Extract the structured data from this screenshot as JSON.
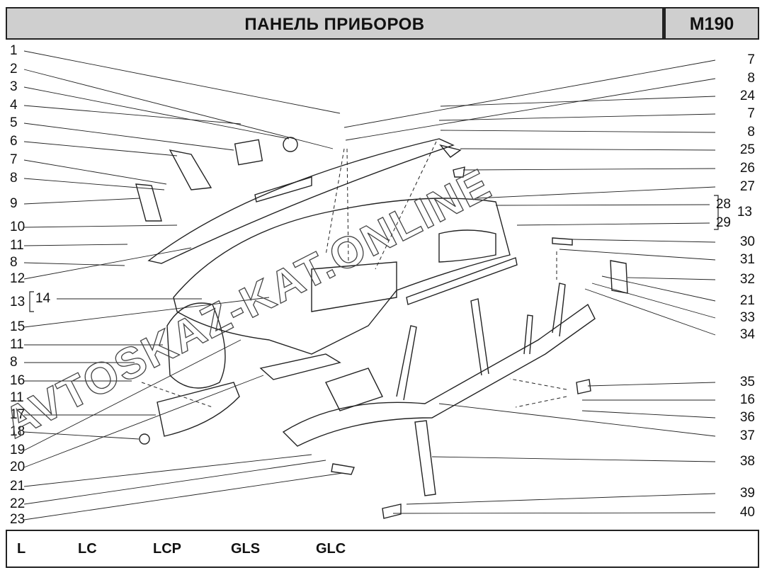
{
  "header": {
    "title": "ПАНЕЛЬ ПРИБОРОВ",
    "code": "M190"
  },
  "callouts_left": [
    "1",
    "2",
    "3",
    "4",
    "5",
    "6",
    "7",
    "8",
    "9",
    "10",
    "11",
    "8",
    "12",
    "13",
    "14",
    "15",
    "11",
    "8",
    "16",
    "11",
    "17",
    "18",
    "19",
    "20",
    "21",
    "22",
    "23"
  ],
  "callouts_right": [
    "7",
    "8",
    "24",
    "7",
    "8",
    "25",
    "26",
    "27",
    "28",
    "13",
    "29",
    "30",
    "31",
    "32",
    "21",
    "33",
    "34",
    "35",
    "16",
    "36",
    "37",
    "38",
    "39",
    "40"
  ],
  "footer": {
    "variants": [
      "L",
      "LC",
      "LCP",
      "GLS",
      "GLC"
    ]
  },
  "watermark": {
    "text": "AVTOSKAZ-KAT.ONLINE"
  }
}
